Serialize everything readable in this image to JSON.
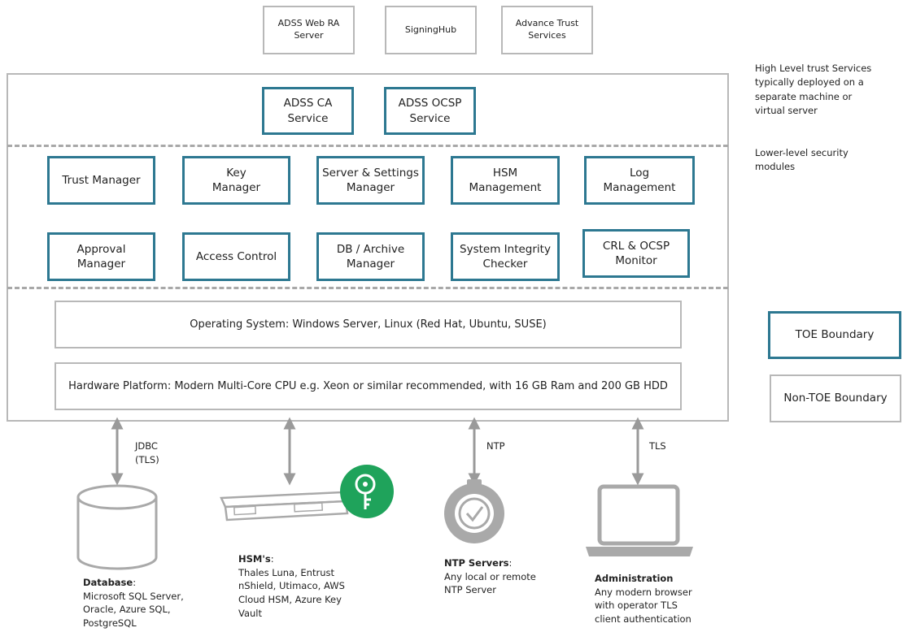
{
  "top_services": [
    "ADSS Web RA\nServer",
    "SigningHub",
    "Advance Trust\nServices"
  ],
  "high_level_services": [
    "ADSS CA\nService",
    "ADSS OCSP\nService"
  ],
  "modules_row1": [
    "Trust Manager",
    "Key\nManager",
    "Server & Settings\nManager",
    "HSM\nManagement",
    "Log\nManagement"
  ],
  "modules_row2": [
    "Approval\nManager",
    "Access Control",
    "DB / Archive\nManager",
    "System Integrity\nChecker",
    "CRL & OCSP\nMonitor"
  ],
  "os_bar": "Operating System: Windows Server, Linux (Red Hat, Ubuntu, SUSE)",
  "hw_bar": "Hardware Platform: Modern Multi-Core CPU e.g. Xeon or similar recommended, with 16 GB Ram and 200 GB HDD",
  "side_notes": {
    "high_level": "High Level trust Services\ntypically deployed on a\nseparate machine or\nvirtual server",
    "lower_level": "Lower-level security\nmodules"
  },
  "legend": {
    "toe": "TOE Boundary",
    "non_toe": "Non-TOE Boundary"
  },
  "connections": {
    "jdbc": "JDBC\n(TLS)",
    "ntp": "NTP",
    "tls": "TLS"
  },
  "externals": {
    "database": {
      "title": "Database",
      "title_suffix": ":",
      "text": "Microsoft SQL Server,\nOracle, Azure SQL,\nPostgreSQL"
    },
    "hsm": {
      "title": "HSM's",
      "title_suffix": ":",
      "text": "Thales Luna, Entrust\nnShield, Utimaco, AWS\nCloud HSM, Azure Key\nVault"
    },
    "ntp": {
      "title": "NTP Servers",
      "title_suffix": ":",
      "text": "Any local or remote\nNTP Server"
    },
    "admin": {
      "title": "Administration",
      "title_suffix": "",
      "text": "Any modern browser\nwith operator TLS\nclient authentication"
    }
  },
  "colors": {
    "toe_border": "#2d7891",
    "non_toe_border": "#b8b8b8",
    "hsm_badge": "#1fa35b",
    "device_grey": "#a9a9a9"
  }
}
